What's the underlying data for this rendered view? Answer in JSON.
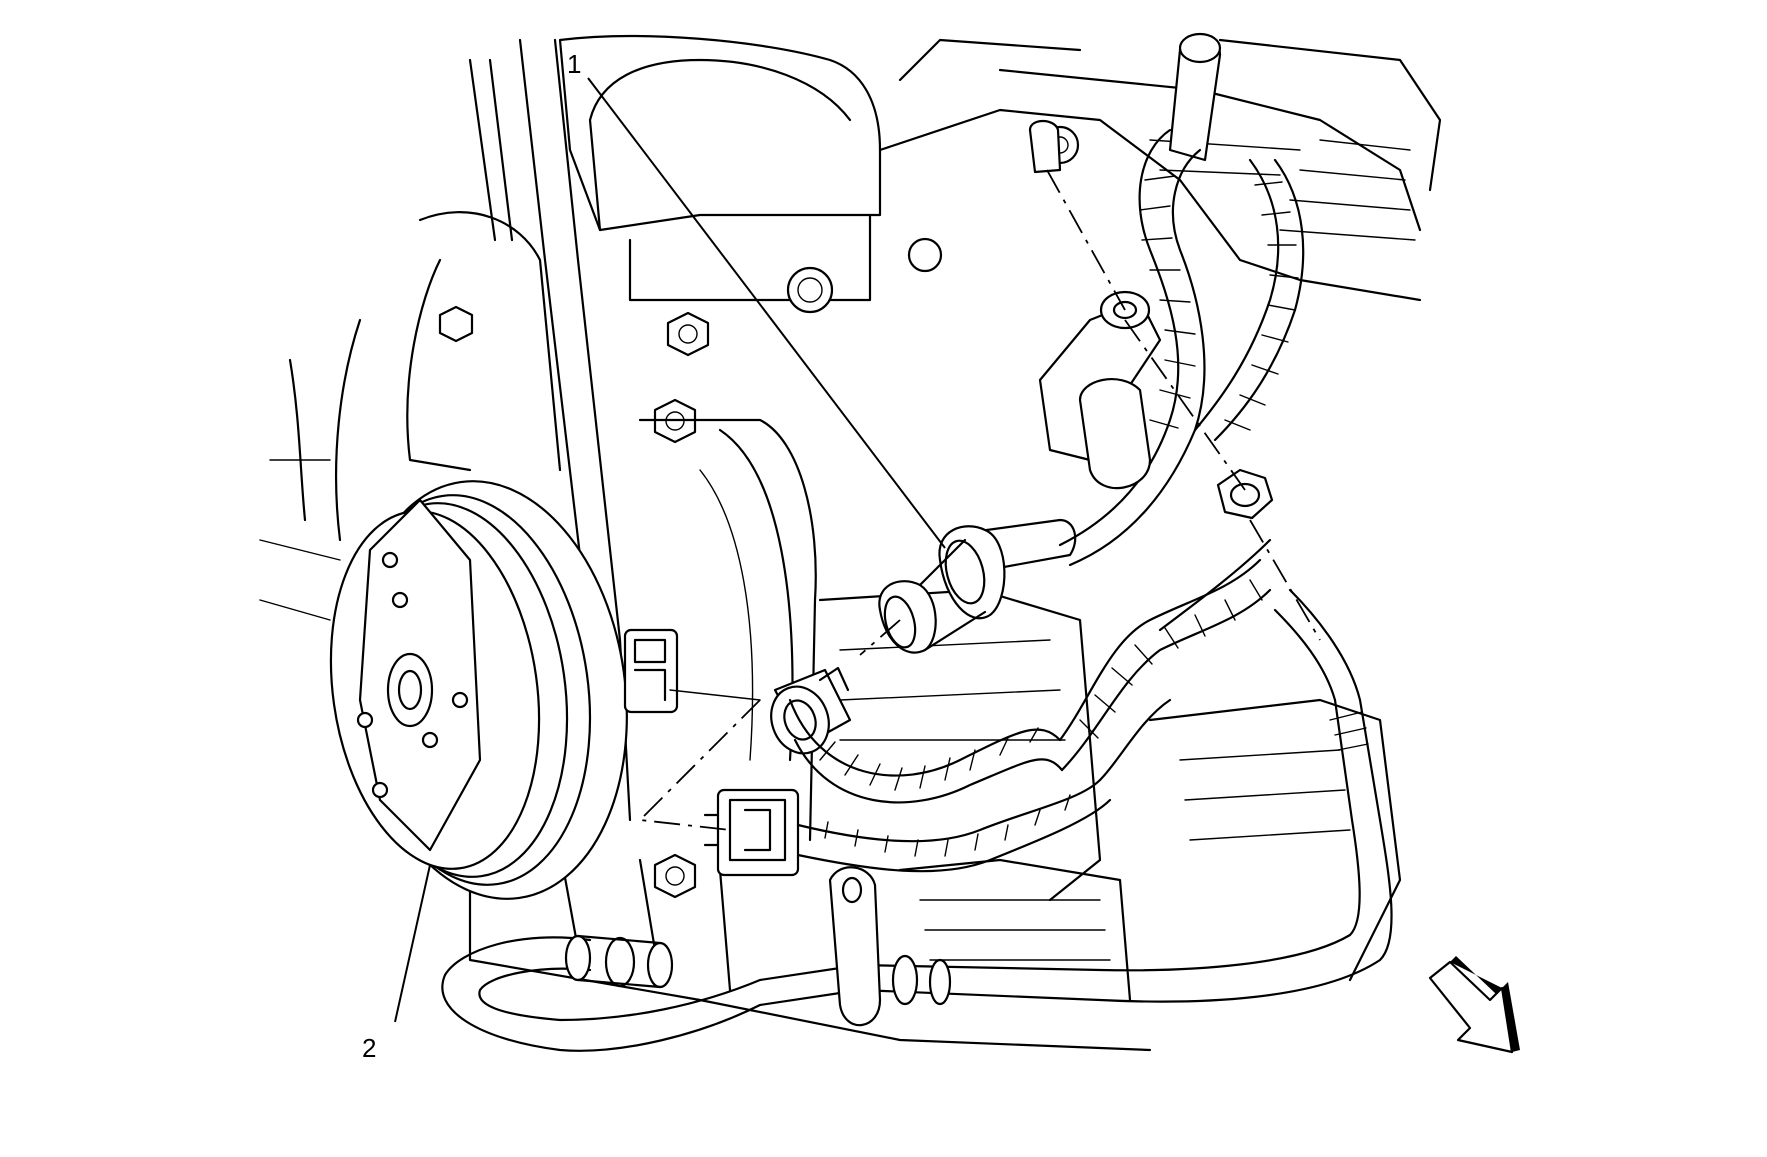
{
  "callouts": [
    {
      "id": "1",
      "label": "1"
    },
    {
      "id": "2",
      "label": "2"
    }
  ],
  "colors": {
    "line": "#000000",
    "background": "#ffffff"
  },
  "icons": {
    "direction": "front-direction-arrow-icon"
  }
}
